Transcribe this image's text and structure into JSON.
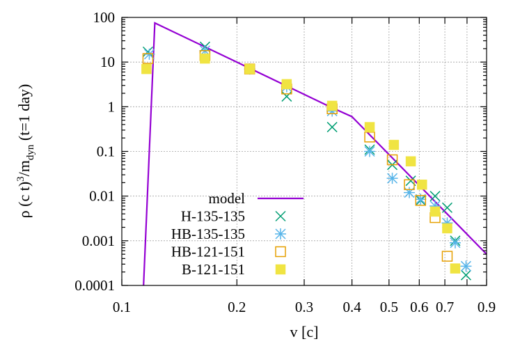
{
  "chart_data": {
    "type": "scatter",
    "title": "",
    "xlabel": "v [c]",
    "ylabel": {
      "prefix": "ρ (c t)",
      "sup": "3",
      "mid": "/m",
      "sub": "dyn",
      "suffix": " (t=1 day)"
    },
    "x_scale": "log",
    "y_scale": "log",
    "xlim": [
      0.1,
      0.9
    ],
    "ylim": [
      0.0001,
      100
    ],
    "x_ticks": [
      {
        "value": 0.1,
        "label": "0.1"
      },
      {
        "value": 0.2,
        "label": "0.2"
      },
      {
        "value": 0.3,
        "label": "0.3"
      },
      {
        "value": 0.4,
        "label": "0.4"
      },
      {
        "value": 0.5,
        "label": "0.5"
      },
      {
        "value": 0.6,
        "label": "0.6"
      },
      {
        "value": 0.7,
        "label": "0.7"
      },
      {
        "value": 0.8,
        "label": ""
      },
      {
        "value": 0.9,
        "label": "0.9"
      }
    ],
    "y_ticks": [
      {
        "value": 0.0001,
        "label": "0.0001"
      },
      {
        "value": 0.001,
        "label": "0.001"
      },
      {
        "value": 0.01,
        "label": "0.01"
      },
      {
        "value": 0.1,
        "label": "0.1"
      },
      {
        "value": 1,
        "label": "1"
      },
      {
        "value": 10,
        "label": "10"
      },
      {
        "value": 100,
        "label": "100"
      }
    ],
    "grid": true,
    "legend_position": "bottom-left",
    "series": [
      {
        "name": "model",
        "kind": "line",
        "color": "#9400d3",
        "points": [
          [
            0.114,
            0.0001
          ],
          [
            0.122,
            75
          ],
          [
            0.2,
            10
          ],
          [
            0.35,
            1
          ],
          [
            0.4,
            0.6
          ],
          [
            0.9,
            0.0005
          ]
        ]
      },
      {
        "name": "H-135-135",
        "kind": "marker",
        "marker": "x",
        "color": "#009e73",
        "points": [
          [
            0.117,
            17
          ],
          [
            0.165,
            22
          ],
          [
            0.216,
            7
          ],
          [
            0.27,
            1.7
          ],
          [
            0.355,
            0.35
          ],
          [
            0.445,
            0.11
          ],
          [
            0.51,
            0.05
          ],
          [
            0.57,
            0.022
          ],
          [
            0.605,
            0.008
          ],
          [
            0.66,
            0.01
          ],
          [
            0.71,
            0.0055
          ],
          [
            0.745,
            0.001
          ],
          [
            0.795,
            0.00017
          ]
        ]
      },
      {
        "name": "HB-135-135",
        "kind": "marker",
        "marker": "star",
        "color": "#56b4e9",
        "points": [
          [
            0.118,
            15
          ],
          [
            0.165,
            18
          ],
          [
            0.216,
            7
          ],
          [
            0.27,
            2.8
          ],
          [
            0.355,
            0.8
          ],
          [
            0.445,
            0.1
          ],
          [
            0.51,
            0.025
          ],
          [
            0.565,
            0.012
          ],
          [
            0.605,
            0.0085
          ],
          [
            0.66,
            0.006
          ],
          [
            0.71,
            0.0025
          ],
          [
            0.745,
            0.0009
          ],
          [
            0.795,
            0.00027
          ]
        ]
      },
      {
        "name": "HB-121-151",
        "kind": "marker",
        "marker": "open-square",
        "color": "#e69f00",
        "points": [
          [
            0.117,
            12
          ],
          [
            0.165,
            14
          ],
          [
            0.216,
            7
          ],
          [
            0.27,
            2.5
          ],
          [
            0.355,
            0.9
          ],
          [
            0.445,
            0.21
          ],
          [
            0.51,
            0.065
          ],
          [
            0.565,
            0.018
          ],
          [
            0.605,
            0.008
          ],
          [
            0.66,
            0.0033
          ],
          [
            0.71,
            0.00045
          ]
        ]
      },
      {
        "name": "B-121-151",
        "kind": "marker",
        "marker": "filled-square",
        "color": "#f0e442",
        "points": [
          [
            0.116,
            7
          ],
          [
            0.165,
            12
          ],
          [
            0.216,
            7
          ],
          [
            0.27,
            3.2
          ],
          [
            0.355,
            1.05
          ],
          [
            0.445,
            0.35
          ],
          [
            0.515,
            0.14
          ],
          [
            0.57,
            0.06
          ],
          [
            0.61,
            0.018
          ],
          [
            0.66,
            0.0045
          ],
          [
            0.71,
            0.0019
          ],
          [
            0.745,
            0.00024
          ]
        ]
      }
    ]
  }
}
